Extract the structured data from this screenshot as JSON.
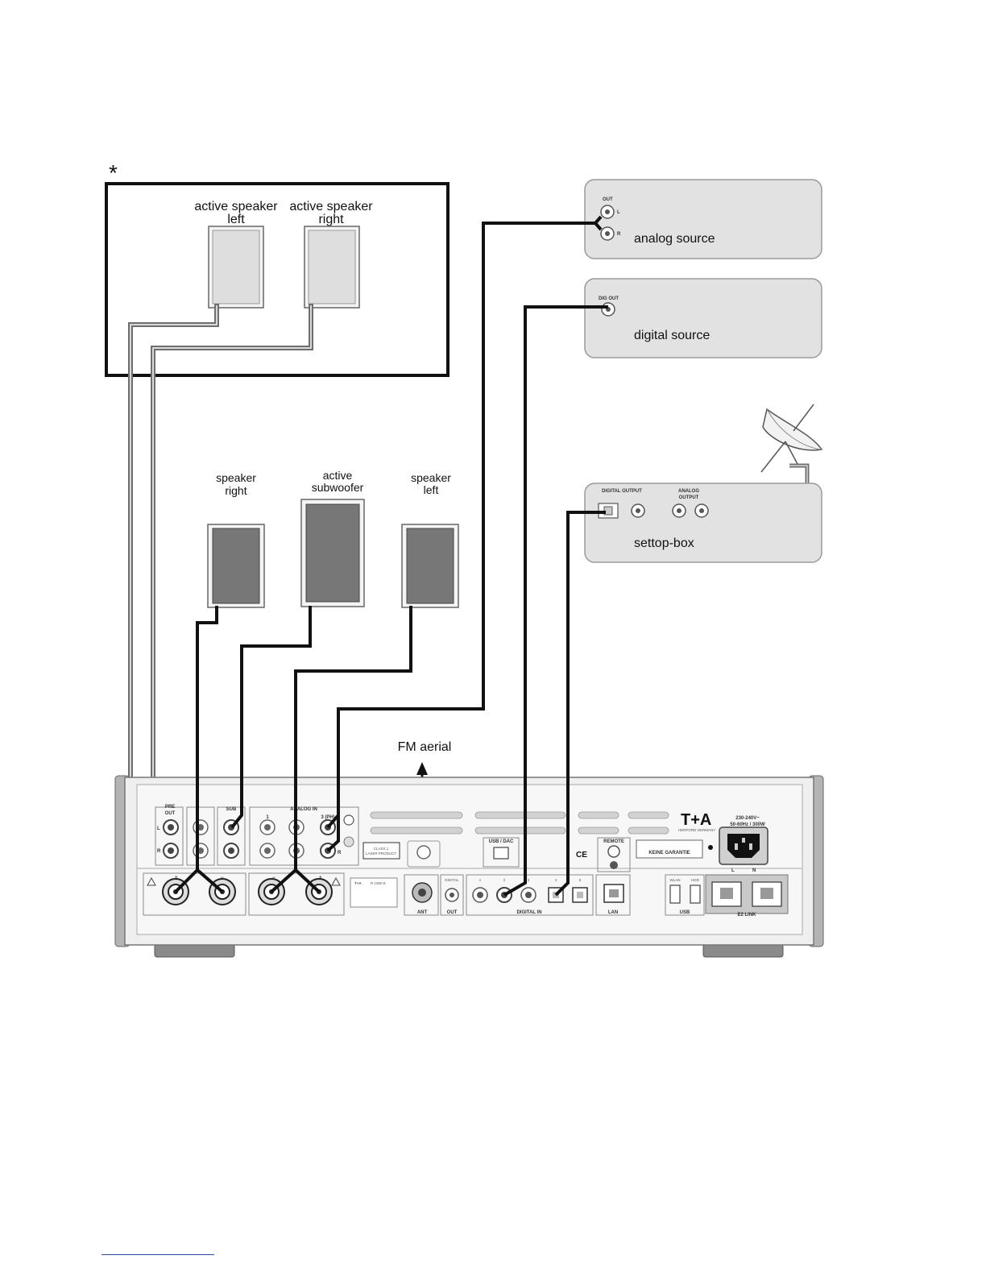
{
  "asterisk": "*",
  "active_speaker_left": [
    "active speaker",
    "left"
  ],
  "active_speaker_right": [
    "active speaker",
    "right"
  ],
  "analog_source": {
    "label": "analog source",
    "jack_label": "OUT",
    "ch_l": "L",
    "ch_r": "R"
  },
  "digital_source": {
    "label": "digital source",
    "jack_label": "DIG OUT"
  },
  "settop_box": {
    "label": "settop-box",
    "digital_output": "DIGITAL OUTPUT",
    "analog_output": [
      "ANALOG",
      "OUTPUT"
    ]
  },
  "speaker_right": [
    "speaker",
    "right"
  ],
  "active_subwoofer": [
    "active",
    "subwoofer"
  ],
  "speaker_left": [
    "speaker",
    "left"
  ],
  "fm_aerial": "FM aerial",
  "amplifier": {
    "pre_out": [
      "PRE",
      "OUT"
    ],
    "sub": "SUB",
    "analog_in": "ANALOG IN",
    "analog_in_num1": "1",
    "analog_in_num3": "3 (PH)",
    "ch_l": "L",
    "ch_r": "R",
    "usb_dac": "USB / DAC",
    "remote": "REMOTE",
    "ant": "ANT",
    "out": "OUT",
    "digital": "DIGITAL",
    "digital_in": "DIGITAL IN",
    "digital_in_nums": [
      "1",
      "2",
      "3",
      "4",
      "5"
    ],
    "lan": "LAN",
    "usb": "USB",
    "wlan": "WLAN",
    "hdd": "HDD",
    "e2_link": "E2 LINK",
    "brand": "T+A",
    "brand_sub": "HERFORD GERMANY",
    "power_rating": [
      "230-240V~",
      "50-60Hz / 300W"
    ],
    "keine_garantie": "KEINE GARANTIE",
    "ce": "CE",
    "class1": [
      "CLASS 1",
      "LASER PRODUCT"
    ],
    "model": "R 1000 E",
    "plus": "+",
    "minus": "−",
    "power_l": "L",
    "power_n": "N"
  }
}
